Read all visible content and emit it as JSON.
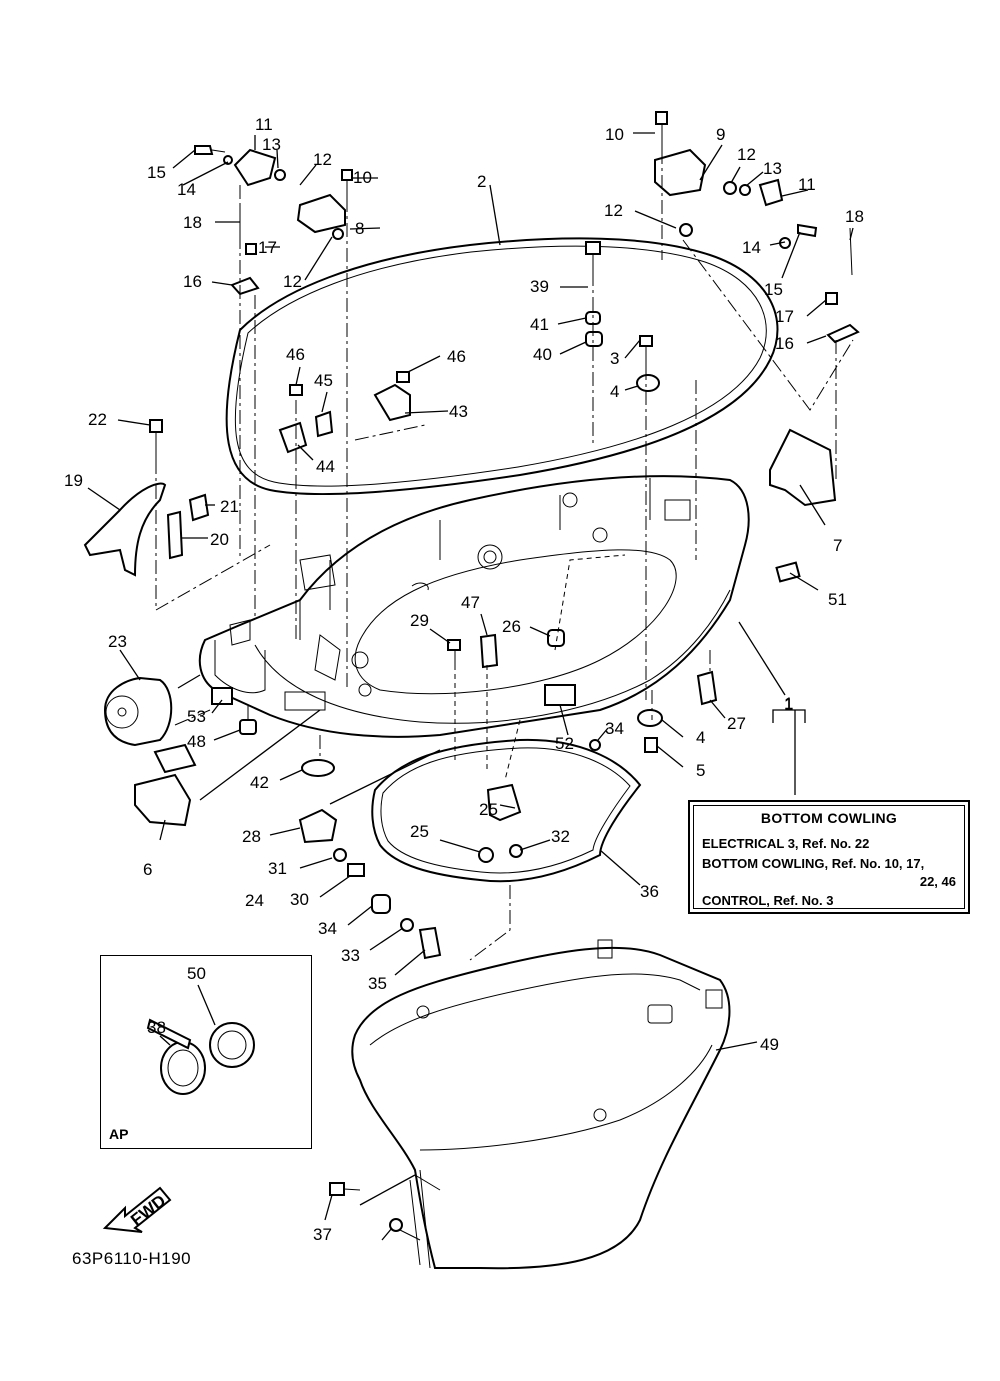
{
  "diagram": {
    "code": "63P6110-H190",
    "fwd_label": "FWD",
    "ap_label": "AP",
    "ref_label": "1"
  },
  "note": {
    "title": "BOTTOM COWLING",
    "lines": [
      "ELECTRICAL 3,  Ref. No. 22",
      "BOTTOM COWLING,  Ref. No. 10, 17,",
      "CONTROL,  Ref. No. 3"
    ],
    "continuation": "22, 46"
  },
  "callouts": [
    "11",
    "13",
    "12",
    "15",
    "14",
    "10",
    "18",
    "8",
    "17",
    "16",
    "12",
    "10",
    "9",
    "12",
    "13",
    "11",
    "12",
    "18",
    "14",
    "15",
    "17",
    "16",
    "2",
    "39",
    "41",
    "40",
    "3",
    "4",
    "46",
    "45",
    "46",
    "43",
    "44",
    "22",
    "19",
    "21",
    "20",
    "7",
    "51",
    "23",
    "53",
    "48",
    "29",
    "47",
    "26",
    "27",
    "1",
    "34",
    "4",
    "5",
    "52",
    "42",
    "6",
    "28",
    "24",
    "25",
    "25",
    "32",
    "31",
    "30",
    "34",
    "33",
    "35",
    "36",
    "49",
    "50",
    "38",
    "37"
  ]
}
